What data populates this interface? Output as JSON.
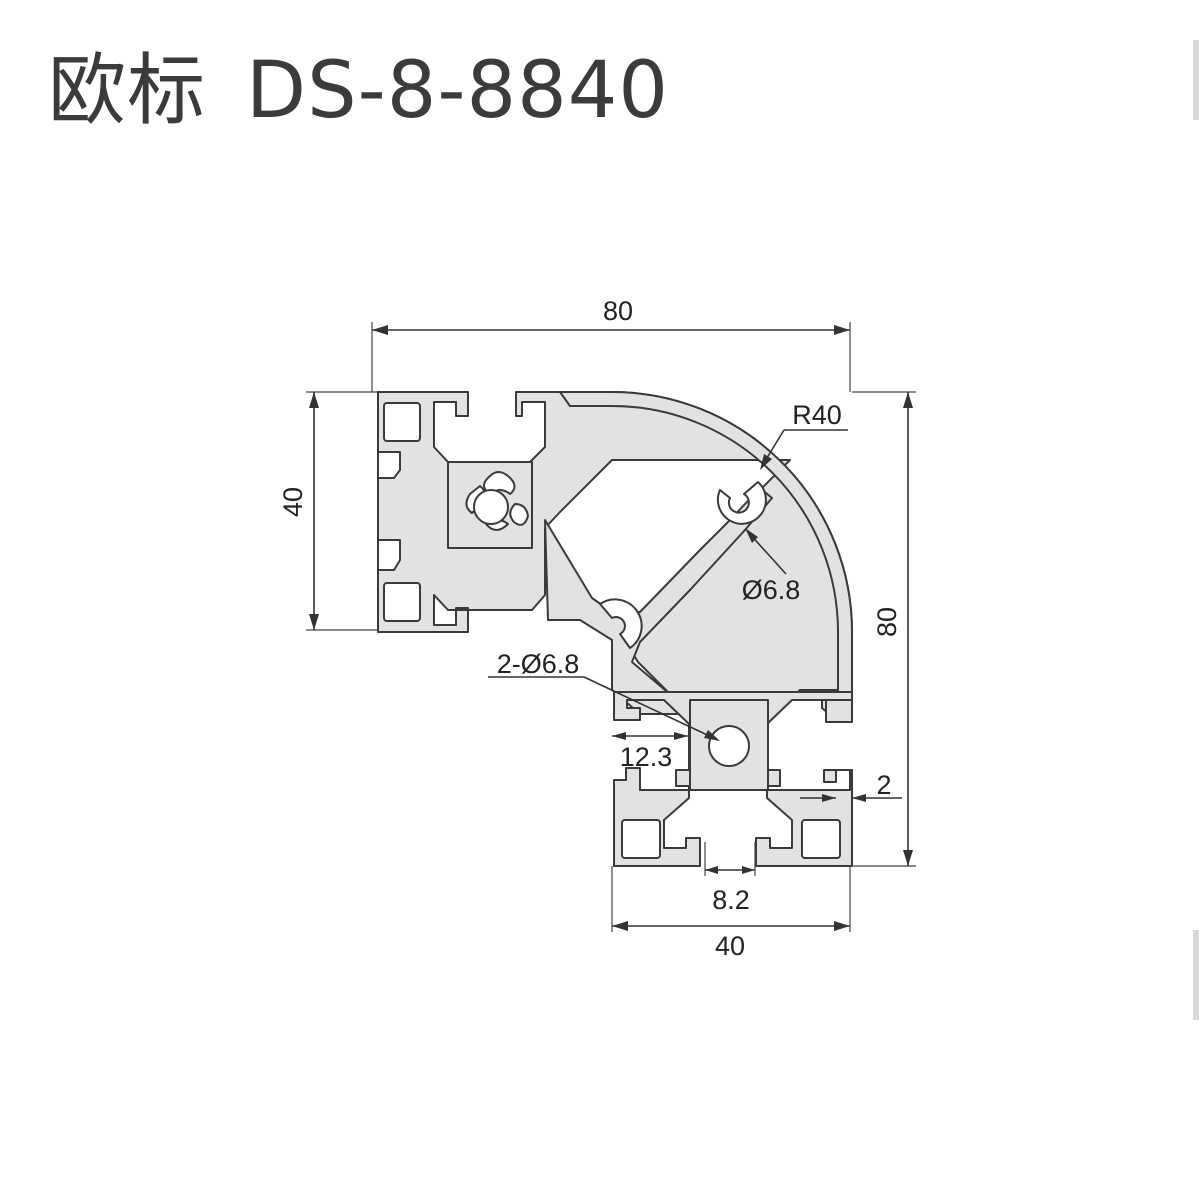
{
  "title": {
    "standard": "欧标",
    "model": "DS-8-8840"
  },
  "dimensions": {
    "overall_width": "80",
    "overall_height": "80",
    "arm_height": "40",
    "arm_width": "40",
    "radius": "R40",
    "bore_single": "Ø6.8",
    "bore_pair": "2-Ø6.8",
    "slot_offset": "12.3",
    "wall_thickness": "2",
    "slot_width": "8.2"
  },
  "colors": {
    "profile_fill": "#e2e2e2",
    "outline": "#3a3a3a",
    "text": "#3b3b3b"
  }
}
